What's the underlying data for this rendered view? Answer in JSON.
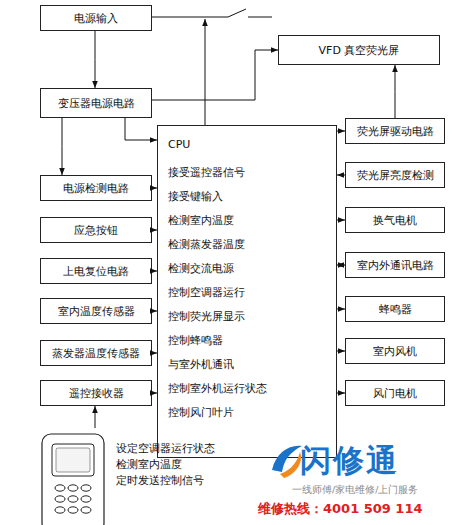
{
  "diagram": {
    "nodes": [
      {
        "text": [
          "电源输入"
        ]
      },
      {
        "text": [
          "VFD 真空荧光屏"
        ]
      },
      {
        "text": [
          "变压器电源电路"
        ]
      },
      {
        "text": [
          "CPU",
          "接受遥控器信号",
          "接受键输入",
          "检测室内温度",
          "检测蒸发器温度",
          "检测交流电源",
          "控制空调器运行",
          "控制荧光屏显示",
          "控制蜂鸣器",
          "与室外机通讯",
          "控制室外机运行状态",
          "控制风门叶片"
        ]
      },
      {
        "text": [
          "荧光屏驱动电路"
        ]
      },
      {
        "text": [
          "电源检测电路"
        ]
      },
      {
        "text": [
          "荧光屏亮度检测"
        ]
      },
      {
        "text": [
          "应急按钮"
        ]
      },
      {
        "text": [
          "换气电机"
        ]
      },
      {
        "text": [
          "上电复位电路"
        ]
      },
      {
        "text": [
          "室内外通讯电路"
        ]
      },
      {
        "text": [
          "室内温度传感器"
        ]
      },
      {
        "text": [
          "蜂鸣器"
        ]
      },
      {
        "text": [
          "蒸发器温度传感器"
        ]
      },
      {
        "text": [
          "室内风机"
        ]
      },
      {
        "text": [
          "遥控接收器"
        ]
      },
      {
        "text": [
          "风门电机"
        ]
      },
      {
        "text": [
          "设定空调器运行状态",
          "检测室内温度",
          "定时发送控制信号"
        ]
      }
    ],
    "edges": [
      {
        "from": 0,
        "to": 2,
        "arrow": "to"
      },
      {
        "from": 2,
        "to": 5,
        "arrow": "to"
      },
      {
        "from": 2,
        "to": 3,
        "arrow": "to"
      },
      {
        "from": 2,
        "to": 1,
        "arrow": "to"
      },
      {
        "from": 4,
        "to": 1,
        "arrow": "to"
      },
      {
        "from": 3,
        "to": 4,
        "arrow": "to"
      },
      {
        "from": 6,
        "to": 3,
        "arrow": "to"
      },
      {
        "from": 3,
        "to": 8,
        "arrow": "to"
      },
      {
        "from": 3,
        "to": 10,
        "arrow": "both"
      },
      {
        "from": 3,
        "to": 12,
        "arrow": "to"
      },
      {
        "from": 3,
        "to": 14,
        "arrow": "to"
      },
      {
        "from": 3,
        "to": 16,
        "arrow": "to"
      },
      {
        "from": 5,
        "to": 3,
        "arrow": "to"
      },
      {
        "from": 7,
        "to": 3,
        "arrow": "to"
      },
      {
        "from": 9,
        "to": 3,
        "arrow": "to"
      },
      {
        "from": 11,
        "to": 3,
        "arrow": "to"
      },
      {
        "from": 13,
        "to": 3,
        "arrow": "to"
      },
      {
        "from": 15,
        "to": 3,
        "arrow": "to"
      },
      {
        "from": 17,
        "to": 15,
        "arrow": "to"
      }
    ],
    "labels": [
      "闪修通",
      "一线师傅/家电维修/上门服务",
      "维修热线：4001 509 114"
    ]
  }
}
